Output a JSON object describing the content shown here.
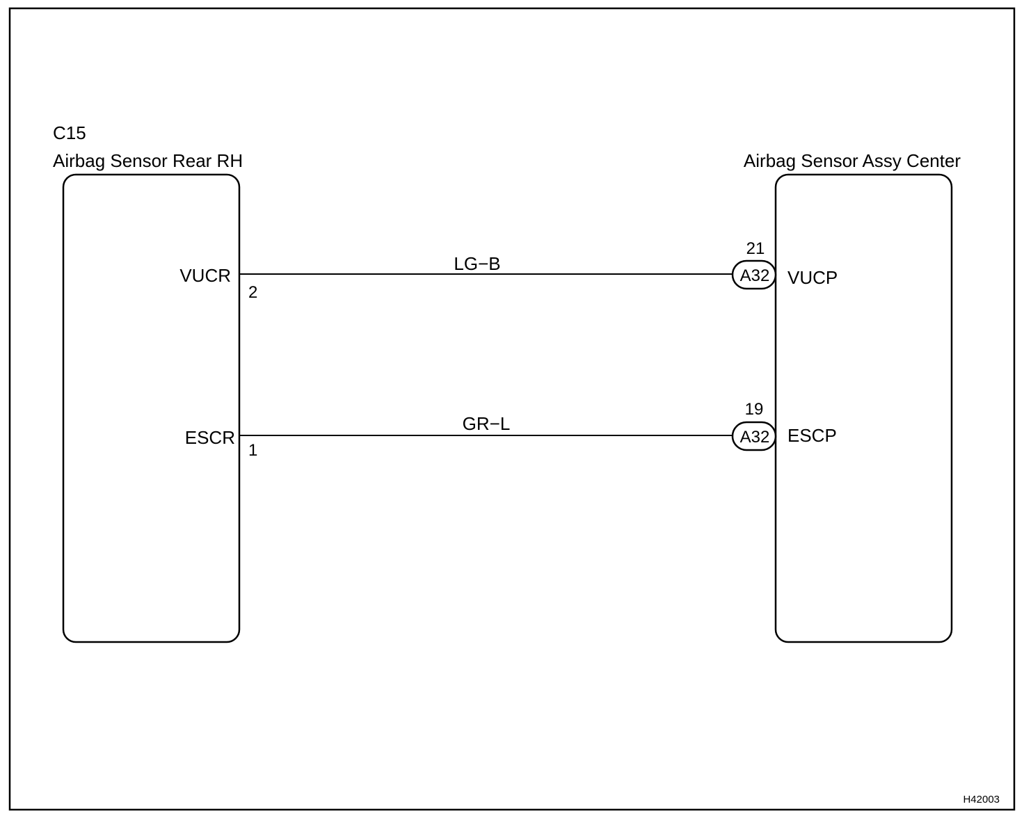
{
  "drawing_code": "H42003",
  "left_component": {
    "code": "C15",
    "name": "Airbag Sensor Rear RH"
  },
  "right_component": {
    "name": "Airbag Sensor Assy Center"
  },
  "circuits": [
    {
      "left_terminal": "VUCR",
      "left_pin": "2",
      "wire_color": "LG−B",
      "connector": "A32",
      "right_pin": "21",
      "right_terminal": "VUCP"
    },
    {
      "left_terminal": "ESCR",
      "left_pin": "1",
      "wire_color": "GR−L",
      "connector": "A32",
      "right_pin": "19",
      "right_terminal": "ESCP"
    }
  ]
}
